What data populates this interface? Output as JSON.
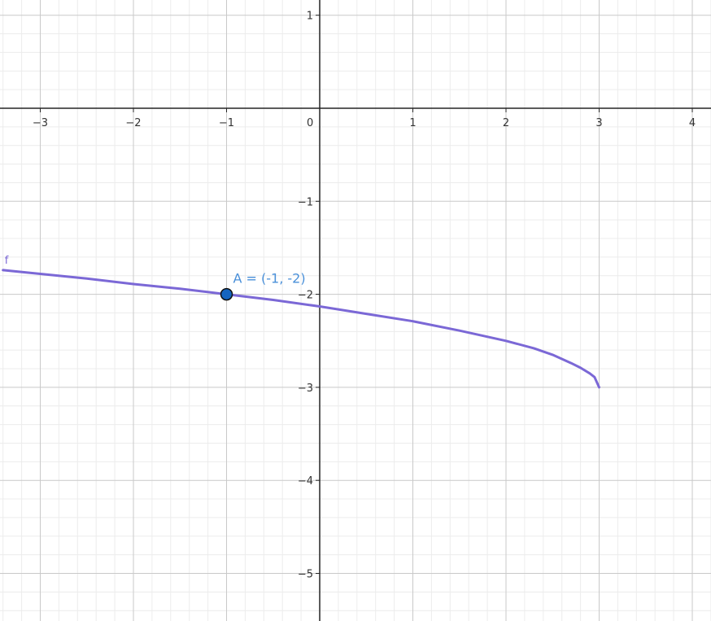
{
  "chart_data": {
    "type": "line",
    "title": "",
    "xlabel": "",
    "ylabel": "",
    "xlim": [
      -3.4,
      4.25
    ],
    "ylim": [
      -5.5,
      1.15
    ],
    "grid": true,
    "x_ticks": [
      {
        "value": -3,
        "label": "−3"
      },
      {
        "value": -2,
        "label": "−2"
      },
      {
        "value": -1,
        "label": "−1"
      },
      {
        "value": 0,
        "label": "0"
      },
      {
        "value": 1,
        "label": "1"
      },
      {
        "value": 2,
        "label": "2"
      },
      {
        "value": 3,
        "label": "3"
      },
      {
        "value": 4,
        "label": "4"
      }
    ],
    "y_ticks": [
      {
        "value": 1,
        "label": "1"
      },
      {
        "value": -1,
        "label": "−1"
      },
      {
        "value": -2,
        "label": "−2"
      },
      {
        "value": -3,
        "label": "−3"
      },
      {
        "value": -4,
        "label": "−4"
      },
      {
        "value": -5,
        "label": "−5"
      }
    ],
    "series": [
      {
        "name": "f",
        "color": "#7b68d6",
        "x": [
          -3.4,
          -3.0,
          -2.5,
          -2.0,
          -1.5,
          -1.0,
          -0.5,
          0.0,
          0.5,
          1.0,
          1.5,
          2.0,
          2.3,
          2.5,
          2.7,
          2.8,
          2.9,
          2.95,
          3.0
        ],
        "y": [
          -1.74,
          -1.78,
          -1.83,
          -1.89,
          -1.94,
          -2.0,
          -2.06,
          -2.13,
          -2.21,
          -2.29,
          -2.39,
          -2.5,
          -2.58,
          -2.65,
          -2.74,
          -2.79,
          -2.85,
          -2.89,
          -3.0
        ]
      }
    ],
    "points": [
      {
        "name": "A",
        "x": -1,
        "y": -2,
        "label": "A = (-1, -2)",
        "color": "#1565c0"
      }
    ]
  },
  "colors": {
    "background": "#ffffff",
    "major_grid": "#c9c9c9",
    "minor_grid": "#ececec",
    "axis": "#252525",
    "label": "#4a90d9"
  }
}
